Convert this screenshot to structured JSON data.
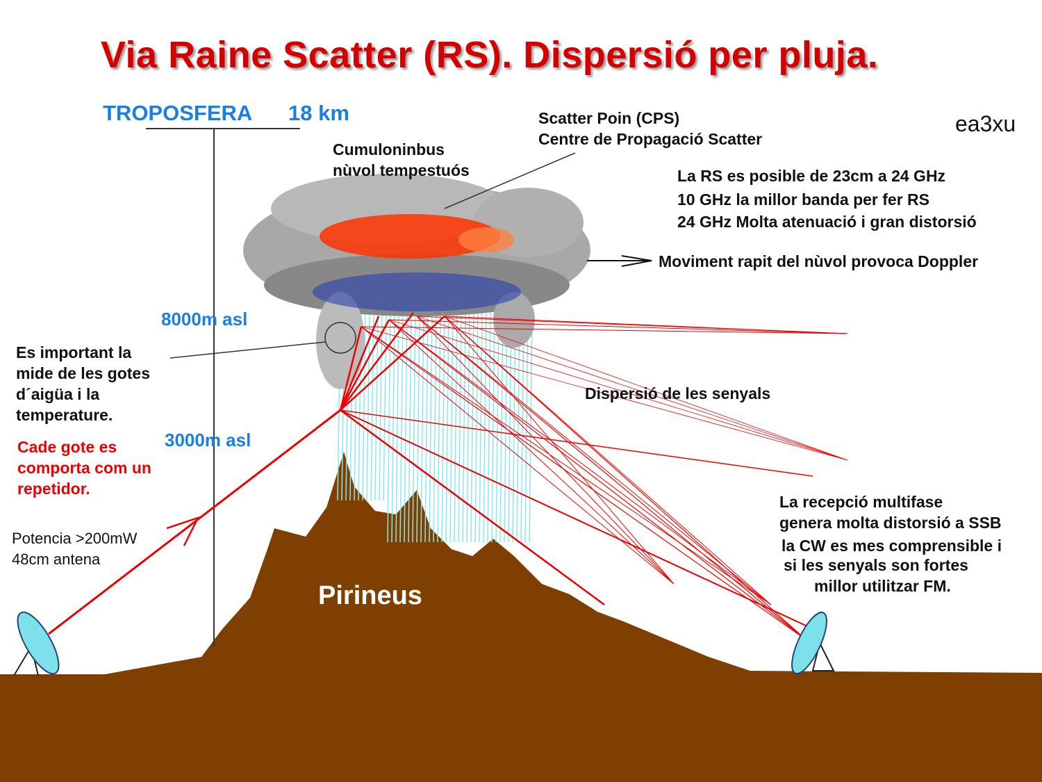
{
  "title": "Via Raine Scatter (RS). Dispersió per pluja.",
  "author": "ea3xu",
  "labels": {
    "troposfera": "TROPOSFERA",
    "troposfera_height": "18 km",
    "cloud_line1": "Cumuloninbus",
    "cloud_line2": "nùvol tempestuós",
    "scatter_line1": "Scatter Poin (CPS)",
    "scatter_line2": "Centre de Propagació Scatter",
    "band_info": [
      "La RS es posible de 23cm a 24 GHz",
      "10 GHz la millor banda per fer RS",
      "24 GHz Molta atenuació i gran distorsió"
    ],
    "doppler": "Moviment  rapit  del nùvol provoca Doppler",
    "alt_8000": "8000m asl",
    "alt_3000": "3000m asl",
    "drops_info": [
      "Es important la",
      "mide de les gotes",
      "d´aigüa i la",
      "temperature."
    ],
    "repeater_info": [
      "Cade gote es",
      "comporta com un",
      "repetidor."
    ],
    "power": "Potencia >200mW",
    "antenna": "48cm antena",
    "mountain": "Pirineus",
    "dispersion": "Dispersió de les senyals",
    "reception": [
      "La recepció multifase",
      "genera  molta distorsió a SSB",
      "la CW es mes comprensible i",
      "si les senyals son fortes",
      "millor utilitzar FM."
    ]
  },
  "colors": {
    "title": "#d40000",
    "ground": "#7f3f00",
    "ray": "#ee0000",
    "rain": "#88e8f0",
    "blue_label": "#1a7fe0"
  }
}
